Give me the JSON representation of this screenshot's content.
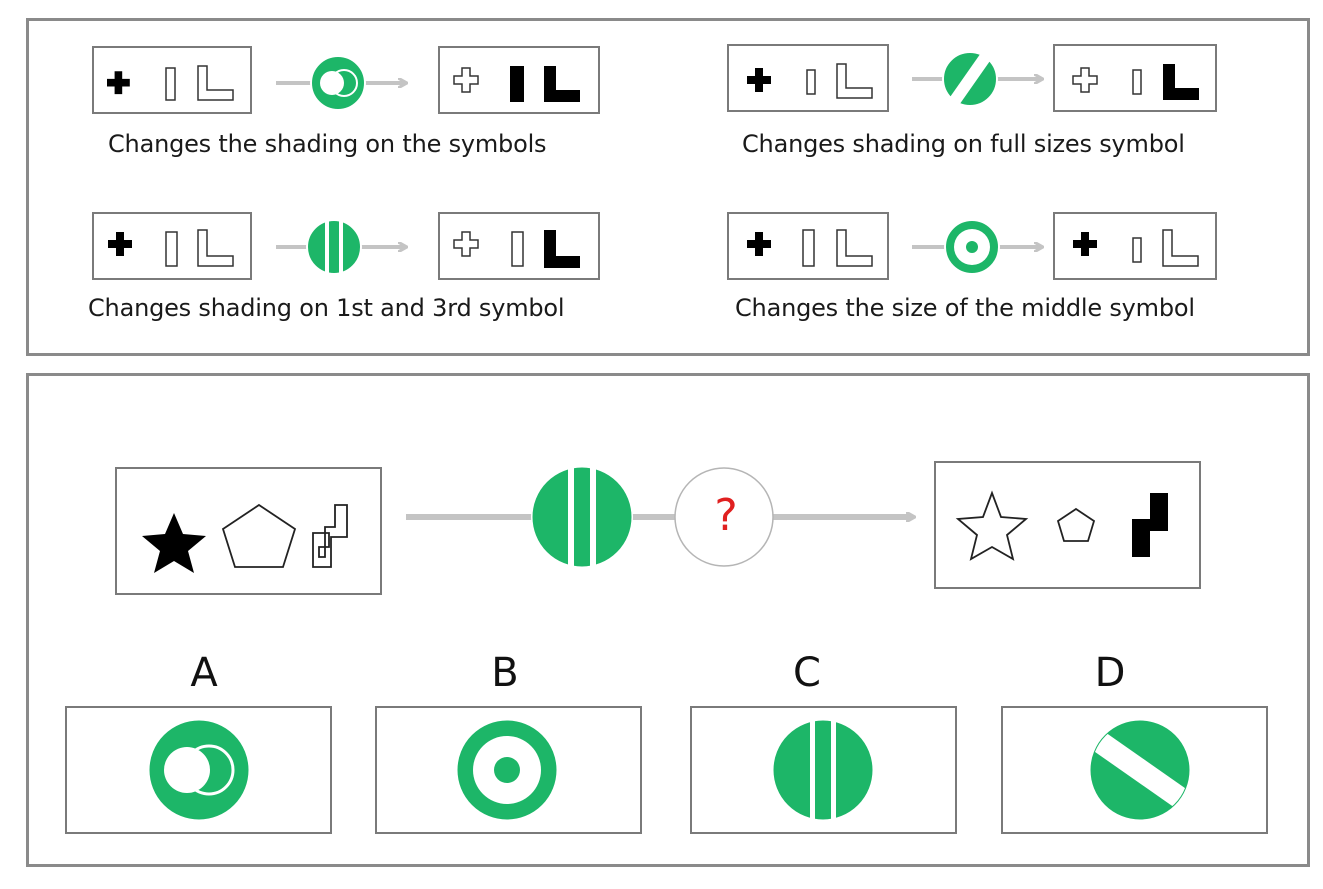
{
  "colors": {
    "green": "#1db668",
    "arrow": "#c4c4c4",
    "question": "#e02020",
    "border": "#7a7a7a"
  },
  "legend": [
    {
      "caption": "Changes the shading on the symbols",
      "operator_icon": "overlap-circles-icon"
    },
    {
      "caption": "Changes shading on full sizes symbol",
      "operator_icon": "diagonal-stripe-icon"
    },
    {
      "caption": "Changes shading on 1st and 3rd symbol",
      "operator_icon": "vertical-stripes-icon"
    },
    {
      "caption": "Changes the size of the middle symbol",
      "operator_icon": "target-dot-icon"
    }
  ],
  "puzzle": {
    "operator_icon": "vertical-stripes-icon",
    "unknown_label": "?",
    "input_symbols": [
      "star-icon",
      "pentagon-icon",
      "zigzag-icon"
    ],
    "output_symbols": [
      "star-icon",
      "pentagon-icon",
      "zigzag-icon"
    ]
  },
  "options": [
    {
      "letter": "A",
      "icon": "overlap-circles-icon"
    },
    {
      "letter": "B",
      "icon": "target-dot-icon"
    },
    {
      "letter": "C",
      "icon": "vertical-stripes-icon"
    },
    {
      "letter": "D",
      "icon": "diagonal-stripe-icon"
    }
  ]
}
